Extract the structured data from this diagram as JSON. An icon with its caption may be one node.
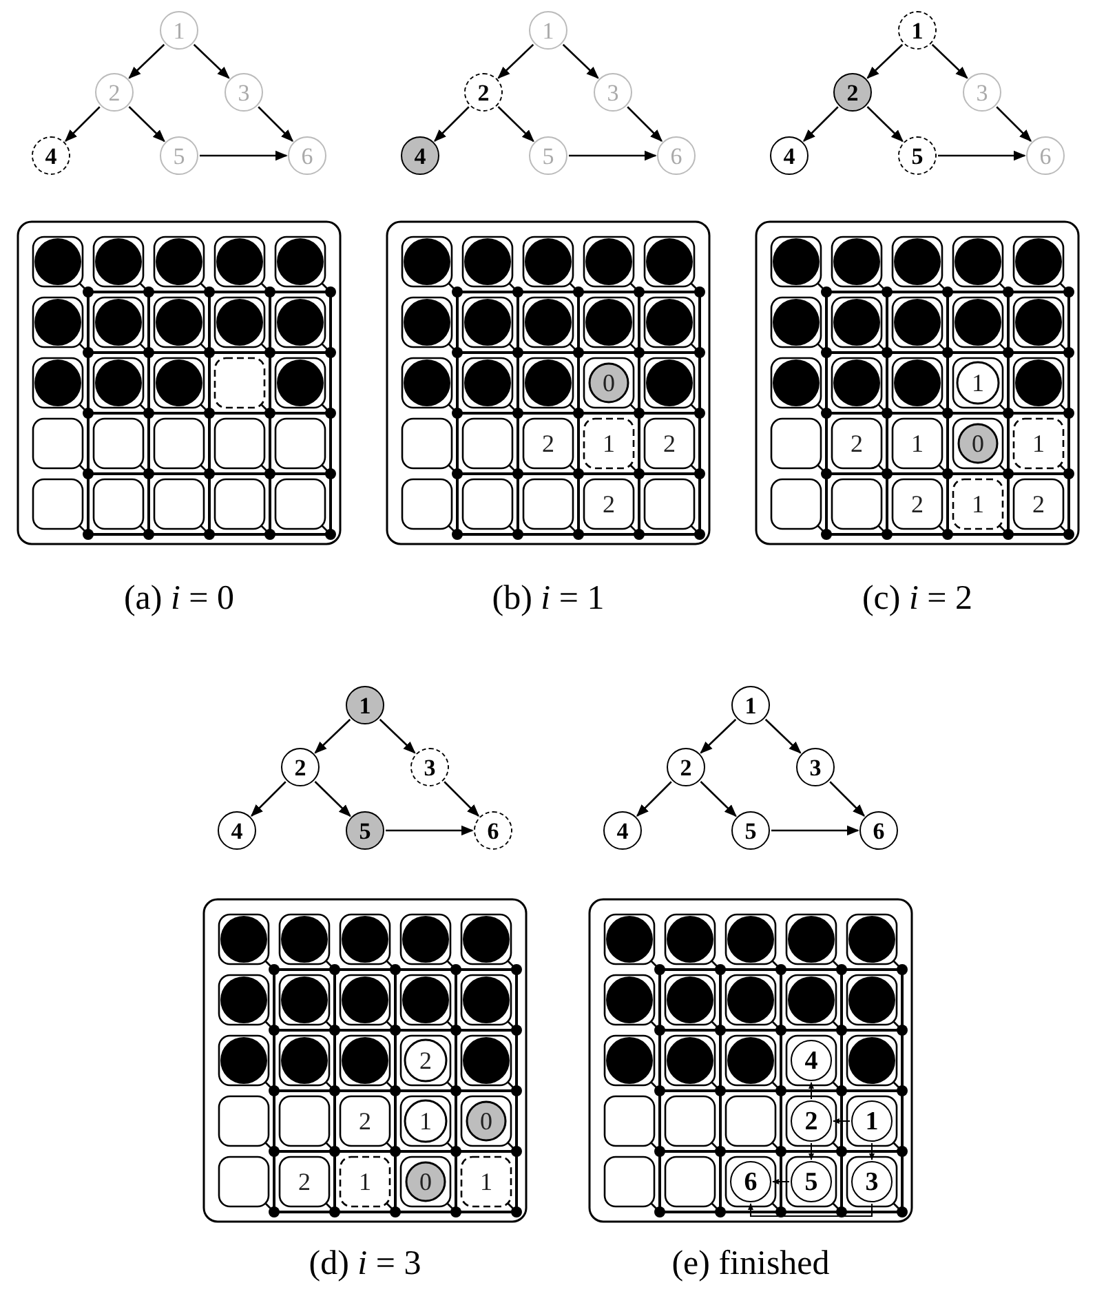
{
  "diagram": {
    "nodes": [
      {
        "text": [
          "1"
        ]
      },
      {
        "text": [
          "2"
        ]
      },
      {
        "text": [
          "3"
        ]
      },
      {
        "text": [
          "4"
        ]
      },
      {
        "text": [
          "5"
        ]
      },
      {
        "text": [
          "6"
        ]
      },
      {
        "text": [
          "1"
        ]
      },
      {
        "text": [
          "2"
        ]
      },
      {
        "text": [
          "3"
        ]
      },
      {
        "text": [
          "4"
        ]
      },
      {
        "text": [
          "5"
        ]
      },
      {
        "text": [
          "6"
        ]
      },
      {
        "text": [
          "1"
        ]
      },
      {
        "text": [
          "2"
        ]
      },
      {
        "text": [
          "3"
        ]
      },
      {
        "text": [
          "4"
        ]
      },
      {
        "text": [
          "5"
        ]
      },
      {
        "text": [
          "6"
        ]
      },
      {
        "text": [
          "1"
        ]
      },
      {
        "text": [
          "2"
        ]
      },
      {
        "text": [
          "3"
        ]
      },
      {
        "text": [
          "4"
        ]
      },
      {
        "text": [
          "5"
        ]
      },
      {
        "text": [
          "6"
        ]
      },
      {
        "text": [
          "1"
        ]
      },
      {
        "text": [
          "2"
        ]
      },
      {
        "text": [
          "3"
        ]
      },
      {
        "text": [
          "4"
        ]
      },
      {
        "text": [
          "5"
        ]
      },
      {
        "text": [
          "6"
        ]
      },
      {
        "text": [
          "4"
        ]
      },
      {
        "text": [
          "2"
        ]
      },
      {
        "text": [
          "1"
        ]
      },
      {
        "text": [
          "6"
        ]
      },
      {
        "text": [
          "5"
        ]
      },
      {
        "text": [
          "3"
        ]
      }
    ],
    "edges": [
      {
        "from": 0,
        "to": 1,
        "arrow": "to"
      },
      {
        "from": 0,
        "to": 2,
        "arrow": "to"
      },
      {
        "from": 1,
        "to": 3,
        "arrow": "to"
      },
      {
        "from": 1,
        "to": 4,
        "arrow": "to"
      },
      {
        "from": 2,
        "to": 5,
        "arrow": "to"
      },
      {
        "from": 4,
        "to": 5,
        "arrow": "to"
      },
      {
        "from": 6,
        "to": 7,
        "arrow": "to"
      },
      {
        "from": 6,
        "to": 8,
        "arrow": "to"
      },
      {
        "from": 7,
        "to": 9,
        "arrow": "to"
      },
      {
        "from": 7,
        "to": 10,
        "arrow": "to"
      },
      {
        "from": 8,
        "to": 11,
        "arrow": "to"
      },
      {
        "from": 10,
        "to": 11,
        "arrow": "to"
      },
      {
        "from": 12,
        "to": 13,
        "arrow": "to"
      },
      {
        "from": 12,
        "to": 14,
        "arrow": "to"
      },
      {
        "from": 13,
        "to": 15,
        "arrow": "to"
      },
      {
        "from": 13,
        "to": 16,
        "arrow": "to"
      },
      {
        "from": 14,
        "to": 17,
        "arrow": "to"
      },
      {
        "from": 16,
        "to": 17,
        "arrow": "to"
      },
      {
        "from": 18,
        "to": 19,
        "arrow": "to"
      },
      {
        "from": 18,
        "to": 20,
        "arrow": "to"
      },
      {
        "from": 19,
        "to": 21,
        "arrow": "to"
      },
      {
        "from": 19,
        "to": 22,
        "arrow": "to"
      },
      {
        "from": 20,
        "to": 23,
        "arrow": "to"
      },
      {
        "from": 22,
        "to": 23,
        "arrow": "to"
      },
      {
        "from": 24,
        "to": 25,
        "arrow": "to"
      },
      {
        "from": 24,
        "to": 26,
        "arrow": "to"
      },
      {
        "from": 25,
        "to": 27,
        "arrow": "to"
      },
      {
        "from": 25,
        "to": 28,
        "arrow": "to"
      },
      {
        "from": 26,
        "to": 29,
        "arrow": "to"
      },
      {
        "from": 28,
        "to": 29,
        "arrow": "to"
      },
      {
        "from": 32,
        "to": 31,
        "arrow": "to"
      },
      {
        "from": 32,
        "to": 35,
        "arrow": "to"
      },
      {
        "from": 31,
        "to": 30,
        "arrow": "to"
      },
      {
        "from": 31,
        "to": 34,
        "arrow": "to"
      },
      {
        "from": 34,
        "to": 33,
        "arrow": "to"
      },
      {
        "from": 35,
        "to": 33,
        "arrow": "to"
      }
    ],
    "labels": [
      "(a) *i* = 0",
      "0",
      "2",
      "1",
      "2",
      "2",
      "(b) *i* = 1",
      "1",
      "2",
      "1",
      "0",
      "1",
      "2",
      "1",
      "2",
      "(c) *i* = 2",
      "2",
      "2",
      "1",
      "0",
      "2",
      "1",
      "0",
      "1",
      "(d) *i* = 3",
      "(e) finished"
    ]
  }
}
